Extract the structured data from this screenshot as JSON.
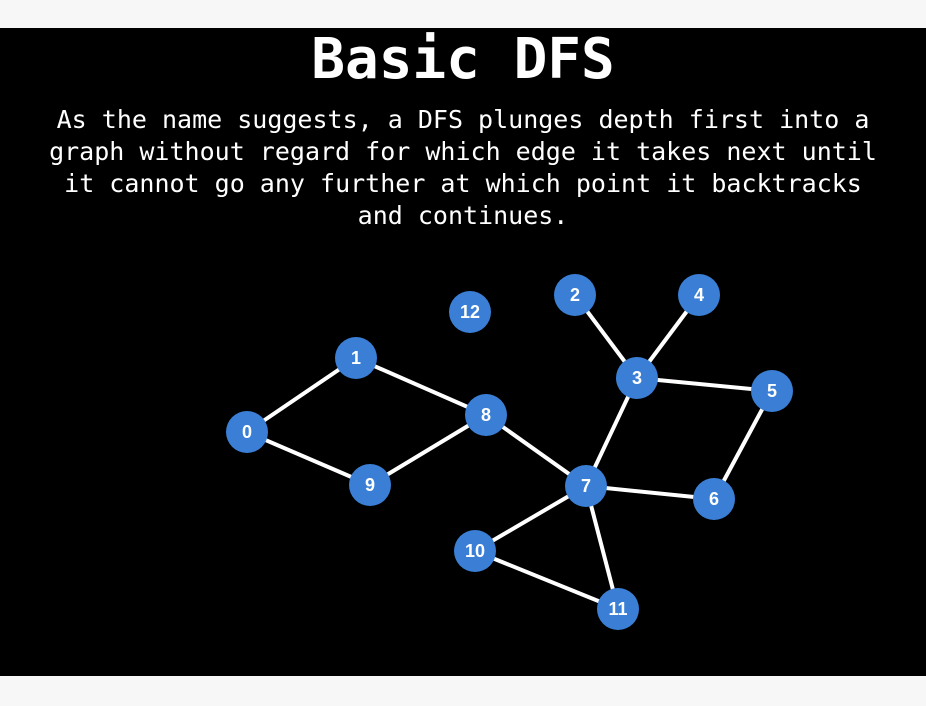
{
  "slide": {
    "title": "Basic DFS",
    "description": "As the name suggests, a DFS plunges depth first into a graph without regard for which edge it takes next until it cannot go any further at which point it backtracks and continues."
  },
  "graph": {
    "node_color": "#3a7fd5",
    "edge_color": "#ffffff",
    "background_color": "#000000",
    "nodes": [
      {
        "id": "0",
        "label": "0"
      },
      {
        "id": "1",
        "label": "1"
      },
      {
        "id": "2",
        "label": "2"
      },
      {
        "id": "3",
        "label": "3"
      },
      {
        "id": "4",
        "label": "4"
      },
      {
        "id": "5",
        "label": "5"
      },
      {
        "id": "6",
        "label": "6"
      },
      {
        "id": "7",
        "label": "7"
      },
      {
        "id": "8",
        "label": "8"
      },
      {
        "id": "9",
        "label": "9"
      },
      {
        "id": "10",
        "label": "10"
      },
      {
        "id": "11",
        "label": "11"
      },
      {
        "id": "12",
        "label": "12"
      }
    ],
    "edges": [
      [
        "0",
        "1"
      ],
      [
        "0",
        "9"
      ],
      [
        "1",
        "8"
      ],
      [
        "9",
        "8"
      ],
      [
        "8",
        "7"
      ],
      [
        "7",
        "3"
      ],
      [
        "7",
        "6"
      ],
      [
        "7",
        "10"
      ],
      [
        "7",
        "11"
      ],
      [
        "10",
        "11"
      ],
      [
        "3",
        "2"
      ],
      [
        "3",
        "4"
      ],
      [
        "3",
        "5"
      ],
      [
        "5",
        "6"
      ]
    ]
  }
}
